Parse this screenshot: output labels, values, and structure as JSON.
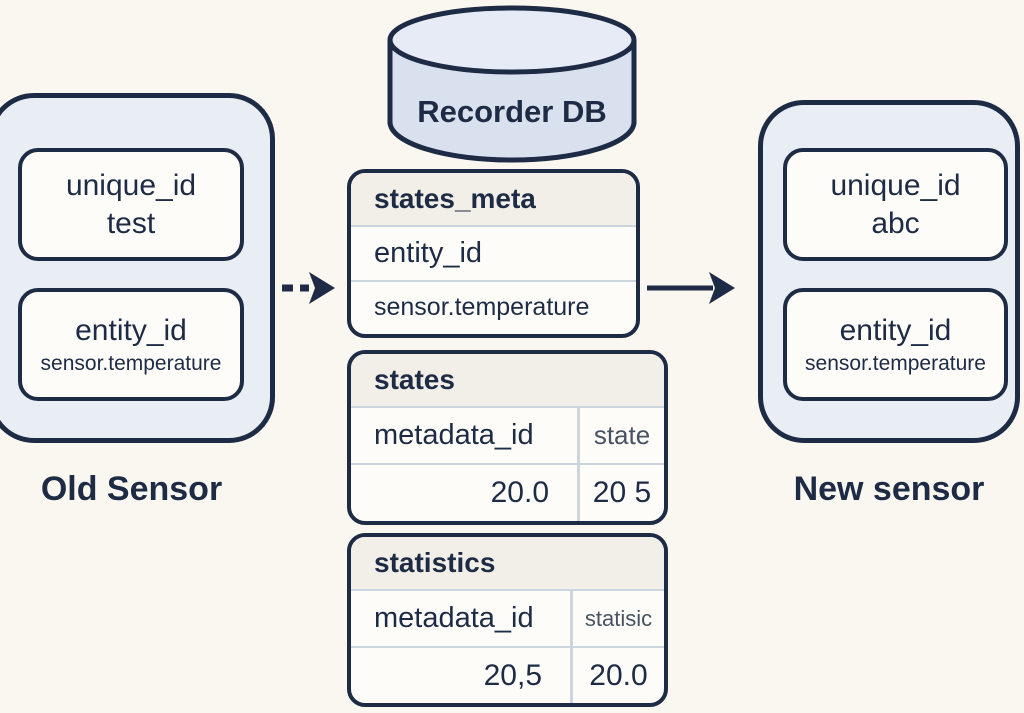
{
  "old_sensor": {
    "label": "Old Sensor",
    "fields": [
      {
        "name": "unique_id",
        "value": "test"
      },
      {
        "name": "entity_id",
        "value": "sensor.temperature"
      }
    ]
  },
  "recorder_db": {
    "label": "Recorder DB"
  },
  "tables": [
    {
      "title": "states_meta",
      "rows": [
        "entity_id",
        "sensor.temperature"
      ]
    },
    {
      "title": "states",
      "columns": [
        "metadata_id",
        "state"
      ],
      "values": [
        "20.0",
        "20 5"
      ]
    },
    {
      "title": "statistics",
      "columns": [
        "metadata_id",
        "statisic"
      ],
      "values": [
        "20,5",
        "20.0"
      ]
    }
  ],
  "new_sensor": {
    "label": "New sensor",
    "fields": [
      {
        "name": "unique_id",
        "value": "abc"
      },
      {
        "name": "entity_id",
        "value": "sensor.temperature"
      }
    ]
  },
  "colors": {
    "background": "#faf7f0",
    "card_fill": "#e9edf4",
    "cylinder_fill": "#d9e0ee",
    "cylinder_top_fill": "#e7ebf5",
    "table_header_fill": "#f2efe8",
    "row_fill": "#fdfcf9",
    "border": "#1d2b45",
    "divider": "#ccd4de",
    "text": "#1d2b45",
    "muted_text": "#475363"
  }
}
